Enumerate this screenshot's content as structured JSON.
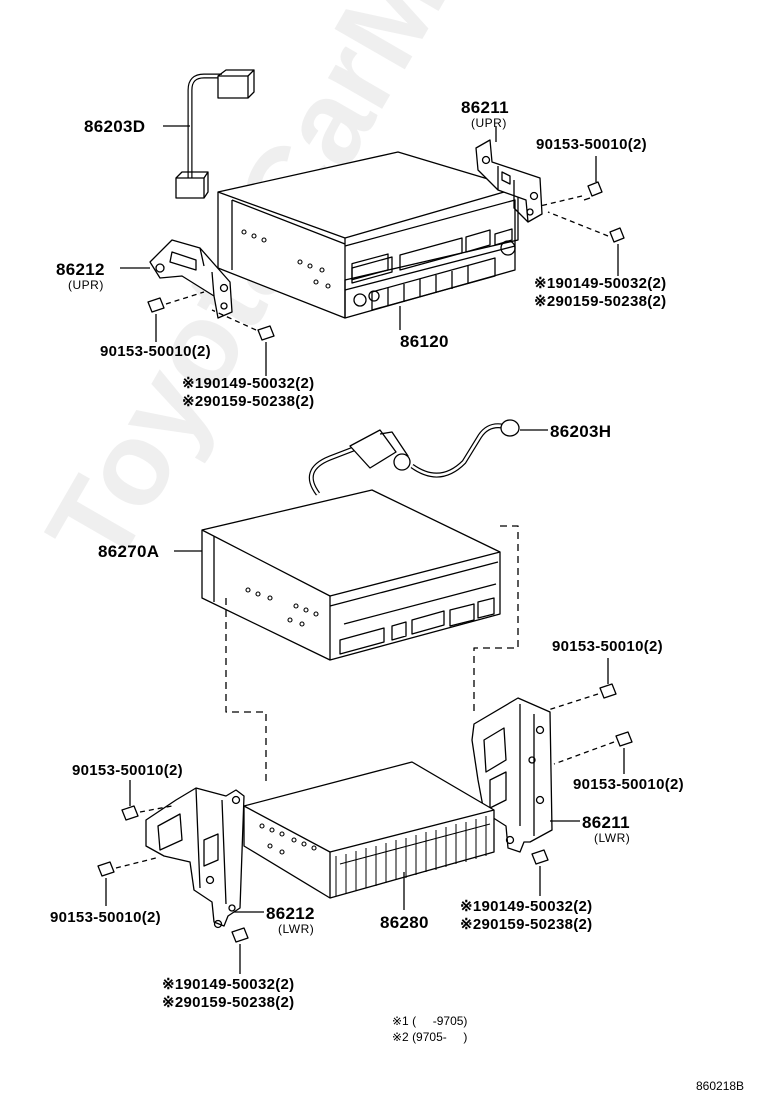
{
  "watermark": "ToyotaCarMine.ru",
  "diagram_code": "860218B",
  "labels": {
    "p86203D": "86203D",
    "p86211_upr": "86211",
    "p86211_upr_sub": "(UPR)",
    "p90153_top_right": "90153-50010(2)",
    "p86212_upr": "86212",
    "p86212_upr_sub": "(UPR)",
    "p90149_top_right": "※190149-50032(2)",
    "p90159_top_right": "※290159-50238(2)",
    "p86120": "86120",
    "p90153_top_left": "90153-50010(2)",
    "p90149_top_left": "※190149-50032(2)",
    "p90159_top_left": "※290159-50238(2)",
    "p86203H": "86203H",
    "p86270A": "86270A",
    "p90153_mid_right": "90153-50010(2)",
    "p90153_low_right": "90153-50010(2)",
    "p86211_lwr": "86211",
    "p86211_lwr_sub": "(LWR)",
    "p90153_low_left_a": "90153-50010(2)",
    "p90153_low_left_b": "90153-50010(2)",
    "p86212_lwr": "86212",
    "p86212_lwr_sub": "(LWR)",
    "p86280": "86280",
    "p90149_low_right": "※190149-50032(2)",
    "p90159_low_right": "※290159-50238(2)",
    "p90149_low_left": "※190149-50032(2)",
    "p90159_low_left": "※290159-50238(2)"
  },
  "notes": {
    "n1": "※1 (     -9705)",
    "n2": "※2 (9705-     )"
  }
}
